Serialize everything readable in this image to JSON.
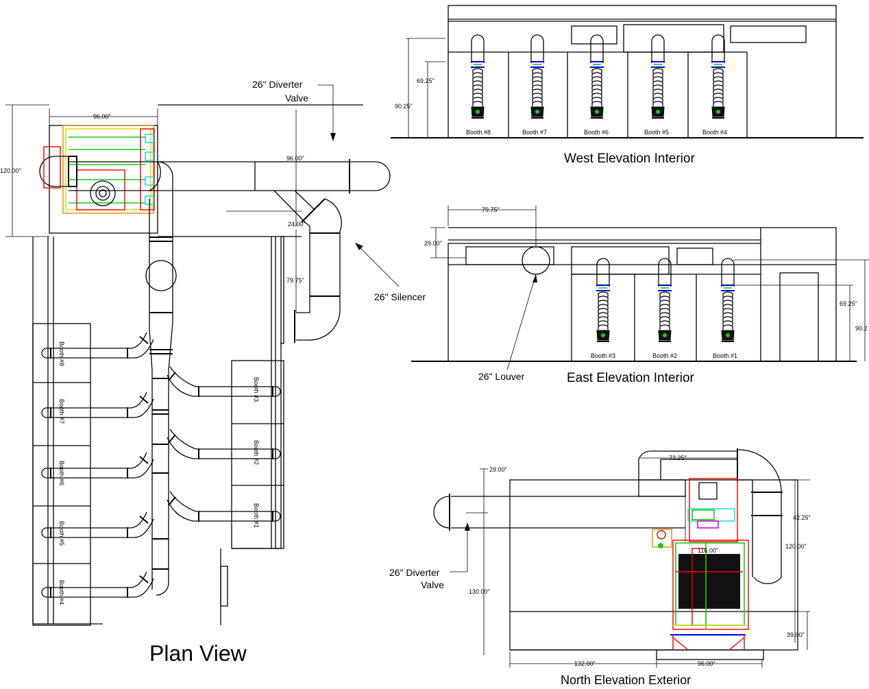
{
  "plan": {
    "title": "Plan View",
    "dims": {
      "width": "96.00\"",
      "height": "120.00\"",
      "duct_span": "96.00\"",
      "elbow": "24.00\"",
      "silencer_len": "79.75\""
    },
    "callouts": {
      "diverter": [
        "26\" Diverter",
        "Valve"
      ],
      "silencer": "26\" Silencer"
    },
    "booths_left": [
      "Booth #8",
      "Booth #7",
      "Booth #6",
      "Booth #5",
      "Booth #4"
    ],
    "booths_right": [
      "Booth #3",
      "Booth #2",
      "Booth #1"
    ]
  },
  "west": {
    "title": "West Elevation Interior",
    "dims": {
      "inner": "69.25\"",
      "outer": "90.25\""
    },
    "booths": [
      "Booth #8",
      "Booth #7",
      "Booth #6",
      "Booth #5",
      "Booth #4"
    ]
  },
  "east": {
    "title": "East Elevation Interior",
    "dims": {
      "offset": "79.75\"",
      "louver_h": "29.00\"",
      "inner": "69.25\"",
      "outer": "90.2"
    },
    "callouts": {
      "louver": "26\" Louver"
    },
    "booths": [
      "Booth #3",
      "Booth #2",
      "Booth #1"
    ]
  },
  "north": {
    "title": "North Elevation Exterior",
    "dims": {
      "top_off": "29.00\"",
      "top_w": "73.25\"",
      "right_h1": "42.25\"",
      "right_h2": "120.00\"",
      "inner_w": "116.00\"",
      "total_h": "130.00\"",
      "base_h": "39.00\"",
      "bottom_w1": "132.00\"",
      "bottom_w2": "96.00\""
    },
    "callouts": {
      "diverter": [
        "26\" Diverter",
        "Valve"
      ]
    }
  }
}
